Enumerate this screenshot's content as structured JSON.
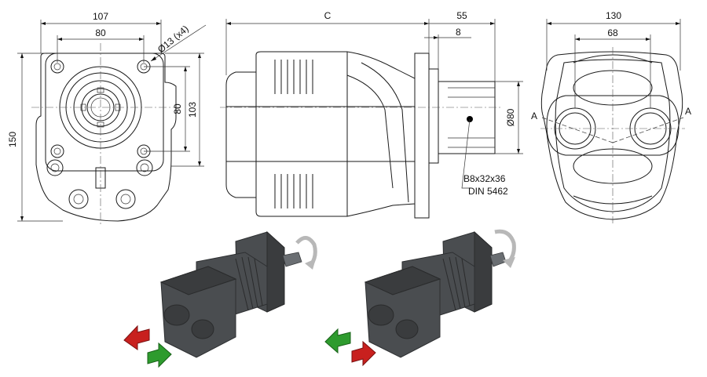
{
  "front_view": {
    "dim_top_outer": "107",
    "dim_top_inner": "80",
    "dim_hole": "Ø13 (x4)",
    "dim_left": "150",
    "dim_right_inner": "80",
    "dim_right_outer": "103"
  },
  "side_view": {
    "dim_length": "C",
    "dim_shaft_len": "55",
    "dim_flange": "8",
    "dim_shaft_dia": "Ø80",
    "spline_line1": "B8x32x36",
    "spline_line2": "DIN 5462"
  },
  "rear_view": {
    "dim_outer": "130",
    "dim_ports": "68",
    "section_left": "A",
    "section_right": "A"
  },
  "colors": {
    "pump_body": "#4a4d50",
    "arrow_red": "#c8201e",
    "arrow_green": "#2e9b2e",
    "rotation_arrow": "#b8b8b8"
  }
}
